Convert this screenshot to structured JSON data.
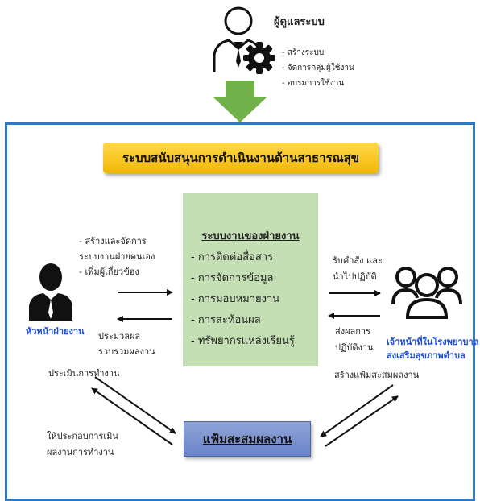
{
  "admin": {
    "label": "ผู้ดูแลระบบ",
    "duties": [
      "- สร้างระบบ",
      "- จัดการกลุ่มผู้ใช้งาน",
      "- อบรมการใช้งาน"
    ]
  },
  "title": "ระบบสนับสนุนการดำเนินงานด้านสาธารณสุข",
  "center": {
    "title": "ระบบงานของฝ่ายงาน",
    "items": [
      "- การติดต่อสื่อสาร",
      "- การจัดการข้อมูล",
      "- การมอบหมายงาน",
      "- การสะท้อนผล",
      "- ทรัพยากรแหล่งเรียนรู้"
    ]
  },
  "left_actor": {
    "label": "หัวหน้าฝ่ายงาน",
    "to_center": [
      "- สร้างและจัดการ",
      "ระบบงานฝ่ายตนเอง",
      "- เพิ่มผู้เกี่ยวข้อง"
    ],
    "from_center": [
      "ประมวลผล",
      "รวบรวมผลงาน"
    ],
    "to_portfolio": "ประเมินการทำงาน",
    "from_portfolio": [
      "ให้ประกอบการเมิน",
      "ผลงานการทำงาน"
    ]
  },
  "right_actor": {
    "label": [
      "เจ้าหน้าที่ในโรงพยาบาล",
      "ส่งเสริมสุขภาพตำบล"
    ],
    "from_center": [
      "รับคำสั่ง และ",
      "นำไปปฏิบัติ"
    ],
    "to_center": [
      "ส่งผลการ",
      "ปฏิบัติงาน"
    ],
    "to_portfolio": "สร้างแฟ้มสะสมผลงาน"
  },
  "portfolio": "แฟ้มสะสมผลงาน",
  "colors": {
    "frame": "#2f78c4",
    "title_banner": "#f2b705",
    "center_box": "#c5dfb5",
    "portfolio_box": "#6b84c8",
    "down_arrow": "#70b14a",
    "actor_label": "#1f4fd6"
  },
  "icons": [
    "admin-gear-icon",
    "leader-person-icon",
    "staff-group-icon",
    "down-arrow-icon"
  ]
}
